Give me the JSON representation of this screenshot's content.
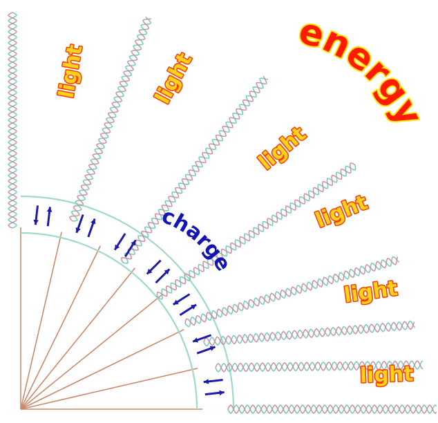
{
  "labels": {
    "energy": "energy",
    "charge": "charge",
    "light": [
      "light",
      "light",
      "light",
      "light",
      "light",
      "light"
    ]
  },
  "colors": {
    "background": "#ffffff",
    "radial_lines": "#c98a6a",
    "charge_band": "#9fd9c8",
    "wave_teal": "#6cc6b4",
    "wave_mauve": "#c78aa0",
    "arrows": "#1b1ba8",
    "charge_text": "#1414b4",
    "word_fill": "#ffd21e",
    "word_outline": "#ff3a00",
    "energy_fill": "#ff1a00",
    "energy_outline": "#ffe600"
  }
}
